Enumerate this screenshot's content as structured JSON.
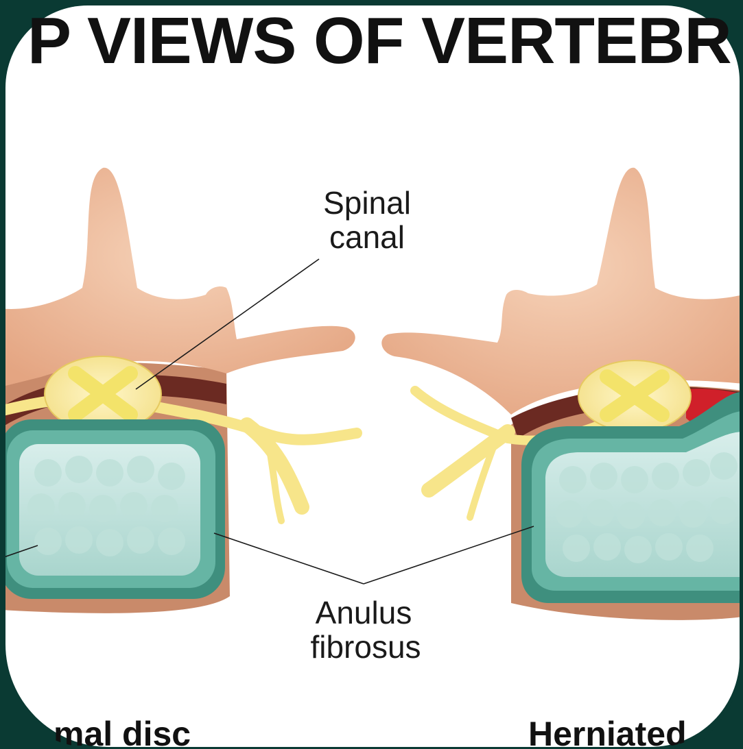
{
  "title": "P VIEWS OF VERTEBR",
  "labels": {
    "spinal_canal": [
      "Spinal",
      "canal"
    ],
    "anulus_fibrosus": [
      "Anulus",
      "fibrosus"
    ]
  },
  "captions": {
    "left": "mal disc",
    "right": "Herniated"
  },
  "colors": {
    "frame": "#0a3a33",
    "bone": "#f2c1a0",
    "disc_ring": "#4e9f8e",
    "disc_core": "#cfe7e3",
    "nerve": "#f7e58a",
    "herniation": "#d0202a"
  }
}
